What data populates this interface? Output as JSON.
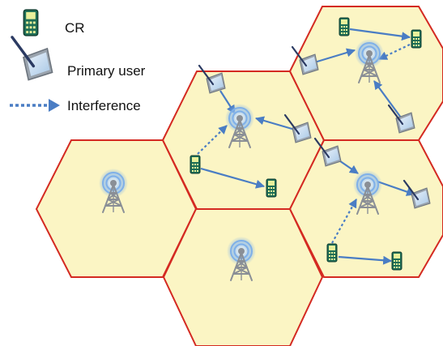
{
  "legend": {
    "items": [
      {
        "key": "cr",
        "label": "CR",
        "icon": "cr-handset-icon"
      },
      {
        "key": "pu",
        "label": "Primary user",
        "icon": "tablet-pen-icon"
      },
      {
        "key": "intf",
        "label": "Interference",
        "icon": "dotted-arrow-icon"
      }
    ]
  },
  "colors": {
    "cell_fill": "#fbf5c4",
    "cell_stroke": "#d42a22",
    "link": "#4a7dc4",
    "cr_body": "#1e6e56",
    "cr_screen": "#e9f09b",
    "tower": "#8a8f96",
    "tower_glow": "#6fa7e6",
    "tablet_frame": "#9aa3ad",
    "tablet_screen": "#cfe2f4",
    "pen": "#2b3a62"
  },
  "cells": [
    {
      "id": "cell-left",
      "tower": true
    },
    {
      "id": "cell-center-top",
      "tower": true
    },
    {
      "id": "cell-center-bottom",
      "tower": true
    },
    {
      "id": "cell-top-right",
      "tower": true
    },
    {
      "id": "cell-right-middle",
      "tower": true
    }
  ]
}
